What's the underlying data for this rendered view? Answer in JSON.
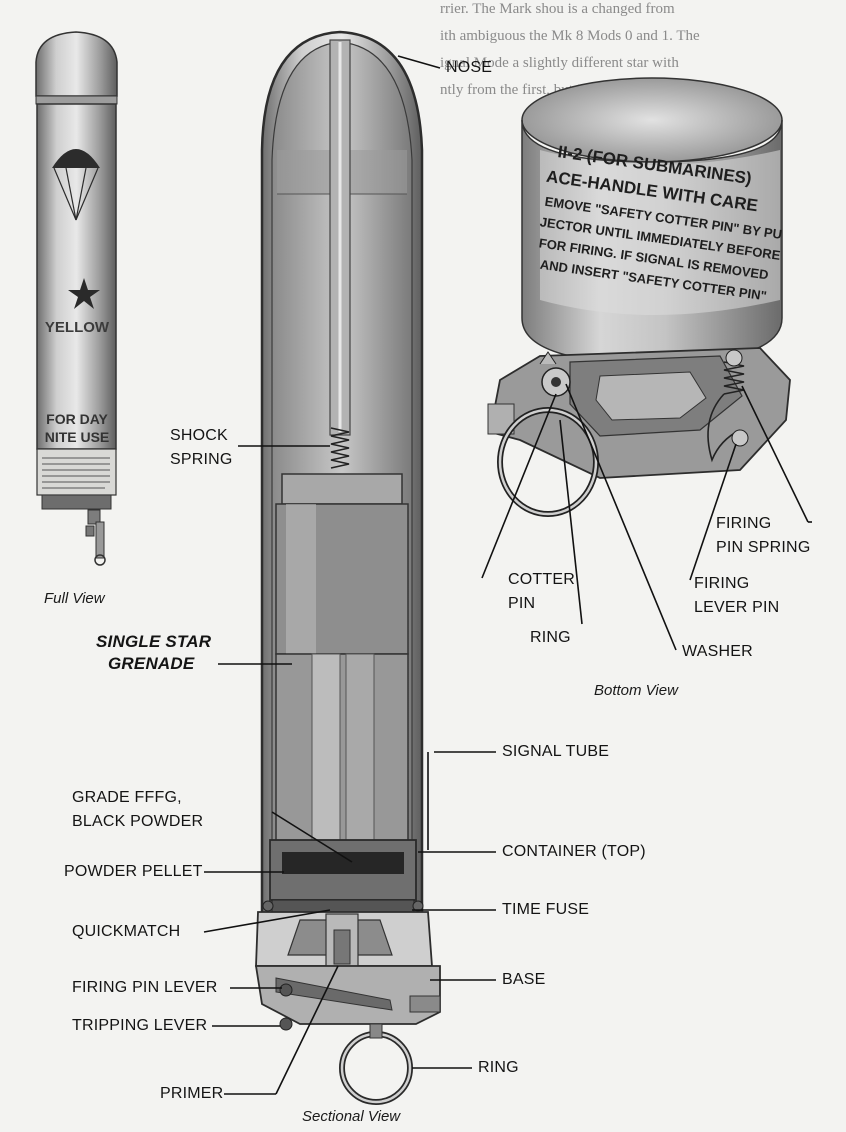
{
  "figure": {
    "captions": {
      "full_view": "Full View",
      "bottom_view": "Bottom View",
      "sectional_view": "Sectional View"
    },
    "full_view_markings": {
      "color_word": "YELLOW",
      "use_line1": "FOR DAY",
      "use_line2": "NITE USE"
    },
    "bottom_view_markings": {
      "line1": "II-2 (FOR SUBMARINES)",
      "line2": "ACE-HANDLE WITH CARE",
      "line3": "EMOVE \"SAFETY COTTER PIN\" BY PU",
      "line4": "JECTOR UNTIL IMMEDIATELY BEFORE",
      "line5": "FOR FIRING. IF SIGNAL IS REMOVED",
      "line6": "AND INSERT \"SAFETY COTTER PIN\""
    },
    "labels": {
      "nose": "NOSE",
      "shock_spring_1": "SHOCK",
      "shock_spring_2": "SPRING",
      "single_star_1": "SINGLE STAR",
      "single_star_2": "GRENADE",
      "signal_tube": "SIGNAL TUBE",
      "black_powder_1": "GRADE FFFG,",
      "black_powder_2": "BLACK POWDER",
      "container_top": "CONTAINER (TOP)",
      "powder_pellet": "POWDER PELLET",
      "time_fuse": "TIME FUSE",
      "quickmatch": "QUICKMATCH",
      "base": "BASE",
      "firing_pin_lever": "FIRING PIN LEVER",
      "tripping_lever": "TRIPPING LEVER",
      "ring_bottom": "RING",
      "primer": "PRIMER",
      "firing_pin_spring_1": "FIRING",
      "firing_pin_spring_2": "PIN SPRING",
      "firing_lever_pin_1": "FIRING",
      "firing_lever_pin_2": "LEVER PIN",
      "cotter_pin_1": "COTTER",
      "cotter_pin_2": "PIN",
      "ring_side": "RING",
      "washer": "WASHER"
    }
  }
}
